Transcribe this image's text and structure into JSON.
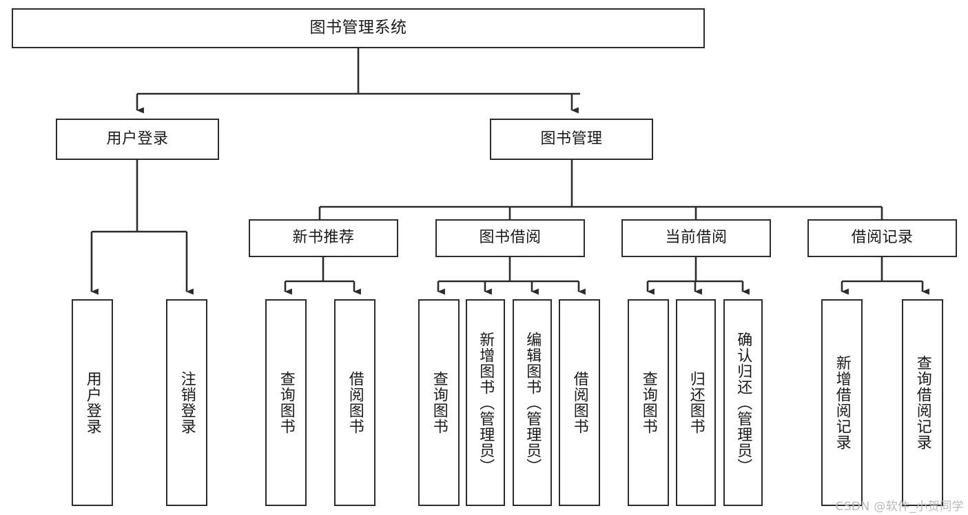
{
  "diagram": {
    "type": "tree",
    "title": "图书管理系统",
    "watermark": "CSDN @软件_小贺同学",
    "colors": {
      "box_border": "#2b2b2b",
      "box_fill": "#ffffff",
      "connector": "#2b2b2b",
      "text": "#1a1a1a",
      "watermark": "#b9b9b9"
    },
    "root": {
      "label": "图书管理系统"
    },
    "level1": [
      {
        "label": "用户登录"
      },
      {
        "label": "图书管理"
      }
    ],
    "level2": [
      {
        "label": "新书推荐"
      },
      {
        "label": "图书借阅"
      },
      {
        "label": "当前借阅"
      },
      {
        "label": "借阅记录"
      }
    ],
    "leaves": {
      "user_login": [
        {
          "label": "用户登录"
        },
        {
          "label": "注销登录"
        }
      ],
      "new_book_recommend": [
        {
          "label": "查询图书"
        },
        {
          "label": "借阅图书"
        }
      ],
      "book_borrow": [
        {
          "label": "查询图书"
        },
        {
          "label": "新增图书（管理员）"
        },
        {
          "label": "编辑图书（管理员）"
        },
        {
          "label": "借阅图书"
        }
      ],
      "current_borrow": [
        {
          "label": "查询图书"
        },
        {
          "label": "归还图书"
        },
        {
          "label": "确认归还（管理员）"
        }
      ],
      "borrow_record": [
        {
          "label": "新增借阅记录"
        },
        {
          "label": "查询借阅记录"
        }
      ]
    }
  }
}
